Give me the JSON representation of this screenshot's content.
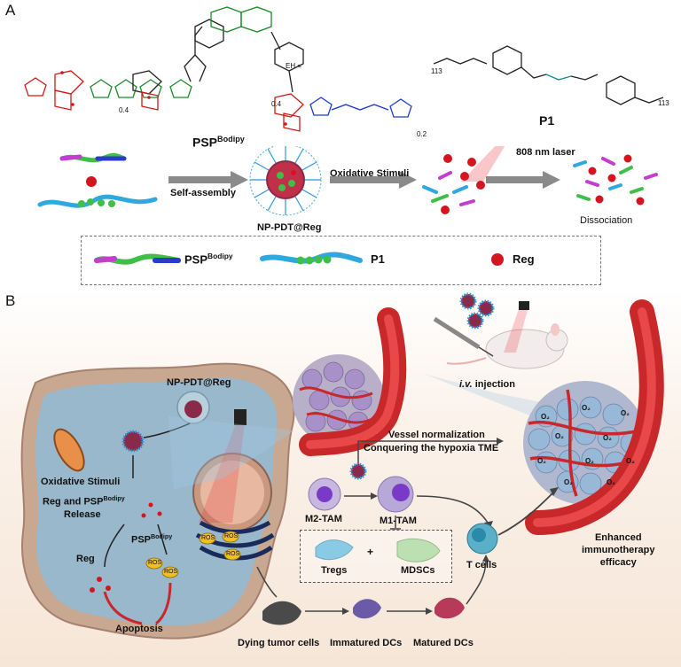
{
  "panelA": {
    "label": "A",
    "polymer_name": "PSP",
    "polymer_sup": "Bodipy",
    "p1_label": "P1",
    "eh_label": "EH =",
    "sub_04a": "0.4",
    "sub_04b": "0.4",
    "sub_02": "0.2",
    "sub_113a": "113",
    "sub_113b": "113",
    "step_selfassembly": "Self-assembly",
    "step_oxidative": "Oxidative Stimuli",
    "laser": "808 nm laser",
    "nanoparticle": "NP-PDT@Reg",
    "dissociation": "Dissociation",
    "legend": {
      "psp": "PSP",
      "psp_sup": "Bodipy",
      "p1": "P1",
      "reg": "Reg"
    }
  },
  "panelB": {
    "label": "B",
    "np_label": "NP-PDT@Reg",
    "injection": "i.v. injection",
    "oxidative": "Oxidative Stimuli",
    "release_line1": "Reg and PSP",
    "release_sup": "Bodipy",
    "release_line2": "Release",
    "psp_label": "PSP",
    "psp_sup": "Bodipy",
    "reg_label": "Reg",
    "apoptosis": "Apoptosis",
    "ros": "ROS",
    "vessel_normalization": "Vessel normalization",
    "conquering": "Conquering the hypoxia TME",
    "m2": "M2-TAM",
    "m1": "M1-TAM",
    "tregs": "Tregs",
    "plus": "+",
    "mdscs": "MDSCs",
    "tcells": "T cells",
    "enhanced_line1": "Enhanced",
    "enhanced_line2": "immunotherapy",
    "enhanced_line3": "efficacy",
    "dying": "Dying tumor cells",
    "immature": "Immatured DCs",
    "matured": "Matured DCs",
    "o2": "O₂"
  },
  "colors": {
    "psp_green": "#3fbf4a",
    "psp_purple": "#c43cd0",
    "psp_blue": "#2a3cc8",
    "p1_blue": "#2fa8e0",
    "reg_red": "#d4141e",
    "laser_red": "#e8202a",
    "vessel_red": "#c8282a"
  }
}
